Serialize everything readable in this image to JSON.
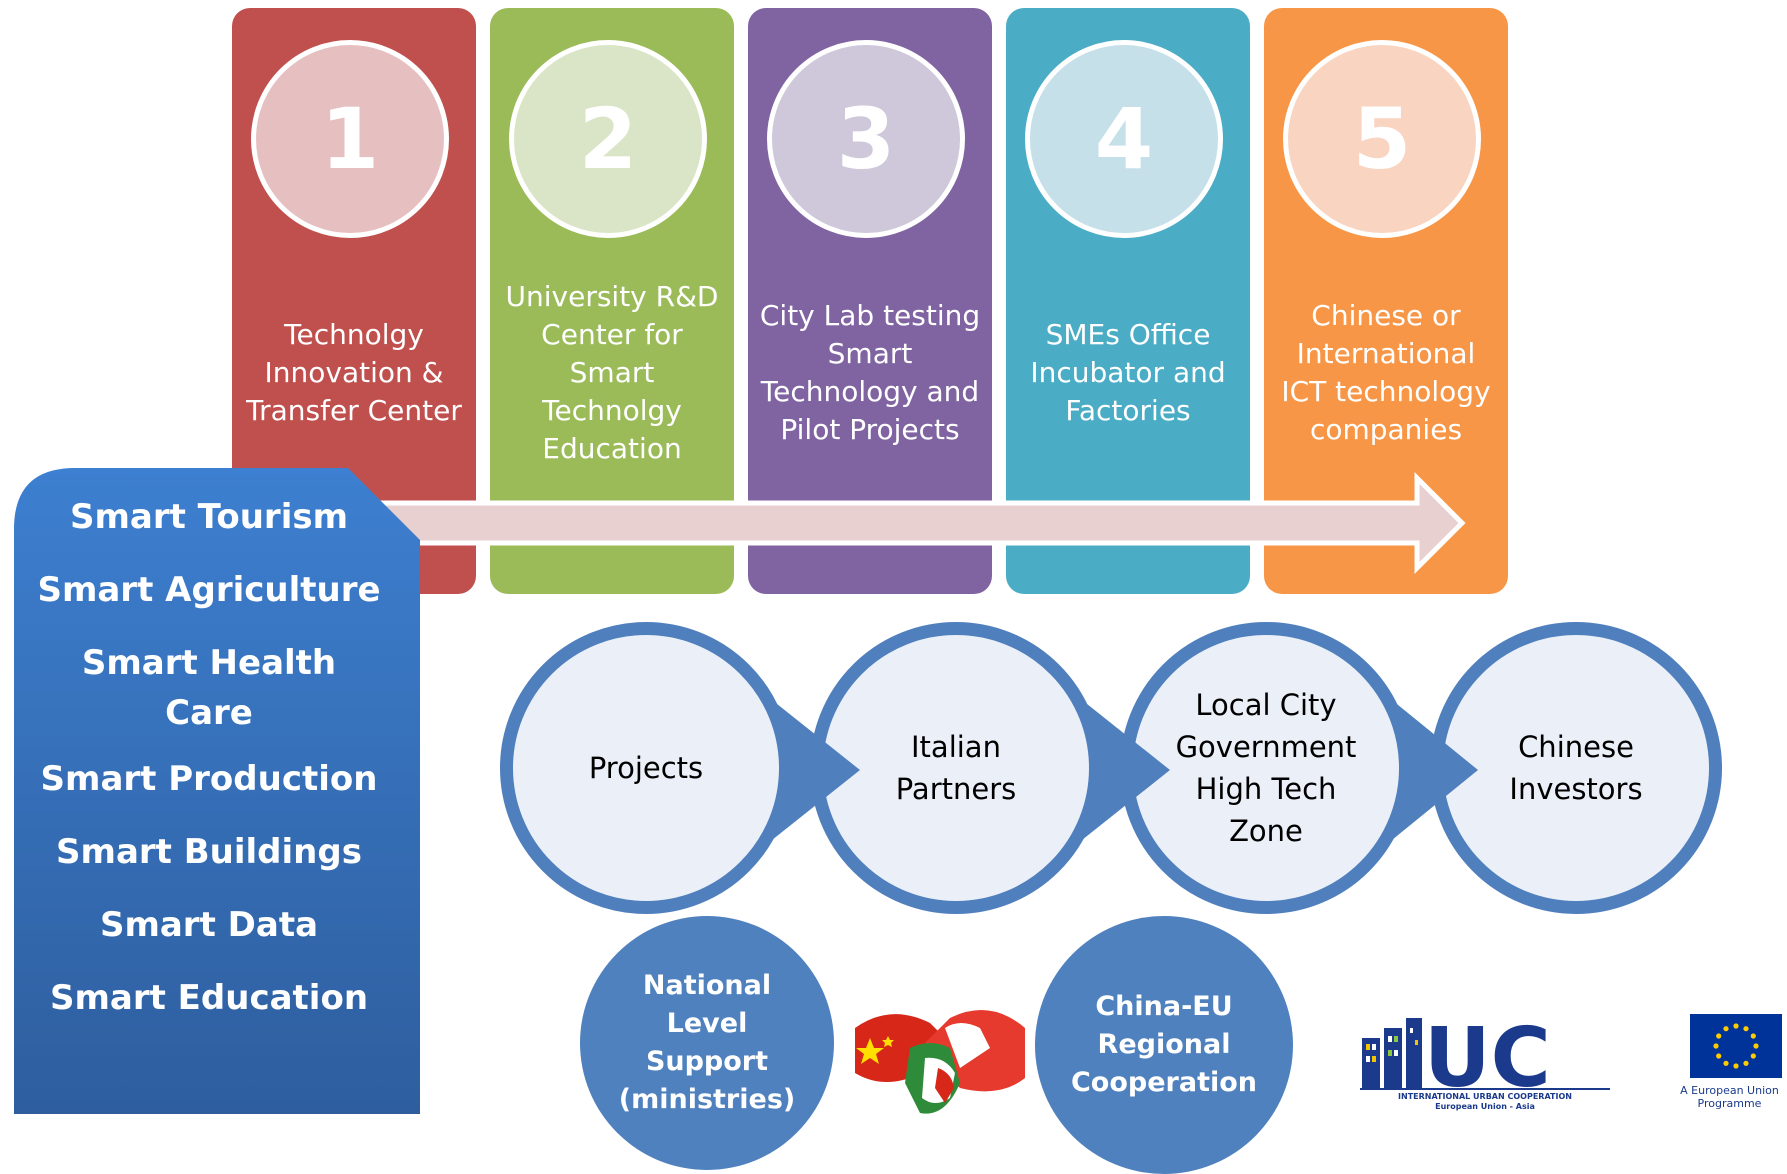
{
  "steps": [
    {
      "number": "1",
      "lines": [
        "Technolgy",
        "Innovation &",
        "Transfer Center"
      ],
      "color": "#c0504d",
      "circle_color": "#e6c0c1"
    },
    {
      "number": "2",
      "lines": [
        "University R&D",
        "Center for",
        "Smart",
        "Technolgy",
        "Education"
      ],
      "color": "#9bbb59",
      "circle_color": "#d9e5c6"
    },
    {
      "number": "3",
      "lines": [
        "City Lab testing",
        "Smart",
        "Technology and",
        "Pilot Projects"
      ],
      "color": "#8064a2",
      "circle_color": "#cfc7da"
    },
    {
      "number": "4",
      "lines": [
        "SMEs Office",
        "Incubator and",
        "Factories"
      ],
      "color": "#4bacc6",
      "circle_color": "#c5e0e8"
    },
    {
      "number": "5",
      "lines": [
        "Chinese or",
        "International",
        "ICT technology",
        "companies"
      ],
      "color": "#f79646",
      "circle_color": "#f9d5c1"
    }
  ],
  "smart_sectors": [
    [
      "Smart Tourism"
    ],
    [
      "Smart Agriculture"
    ],
    [
      "Smart Health",
      "Care"
    ],
    [
      "Smart Production"
    ],
    [
      "Smart Buildings"
    ],
    [
      "Smart Data"
    ],
    [
      "Smart Education"
    ]
  ],
  "flow": [
    [
      "Projects"
    ],
    [
      "Italian",
      "Partners"
    ],
    [
      "Local City",
      "Government",
      "High Tech",
      "Zone"
    ],
    [
      "Chinese",
      "Investors"
    ]
  ],
  "support": [
    [
      "National",
      "Level",
      "Support",
      "(ministries)"
    ],
    [
      "China-EU",
      "Regional",
      "Cooperation"
    ]
  ],
  "logos": {
    "iuc_letters": "UC",
    "iuc_subtitle_1": "INTERNATIONAL URBAN COOPERATION",
    "iuc_subtitle_2": "European Union - Asia",
    "eu_caption_1": "A European Union",
    "eu_caption_2": "Programme"
  },
  "colors": {
    "arrow_fill": "#e8d0d0",
    "flow_border": "#4f7fbd",
    "flow_fill": "#ebf0f8",
    "support_fill": "#4e81be",
    "sidebar_top": "#3d7fd0",
    "sidebar_bottom": "#2e5e9e",
    "eu_blue": "#003399",
    "eu_star": "#ffcc00"
  }
}
